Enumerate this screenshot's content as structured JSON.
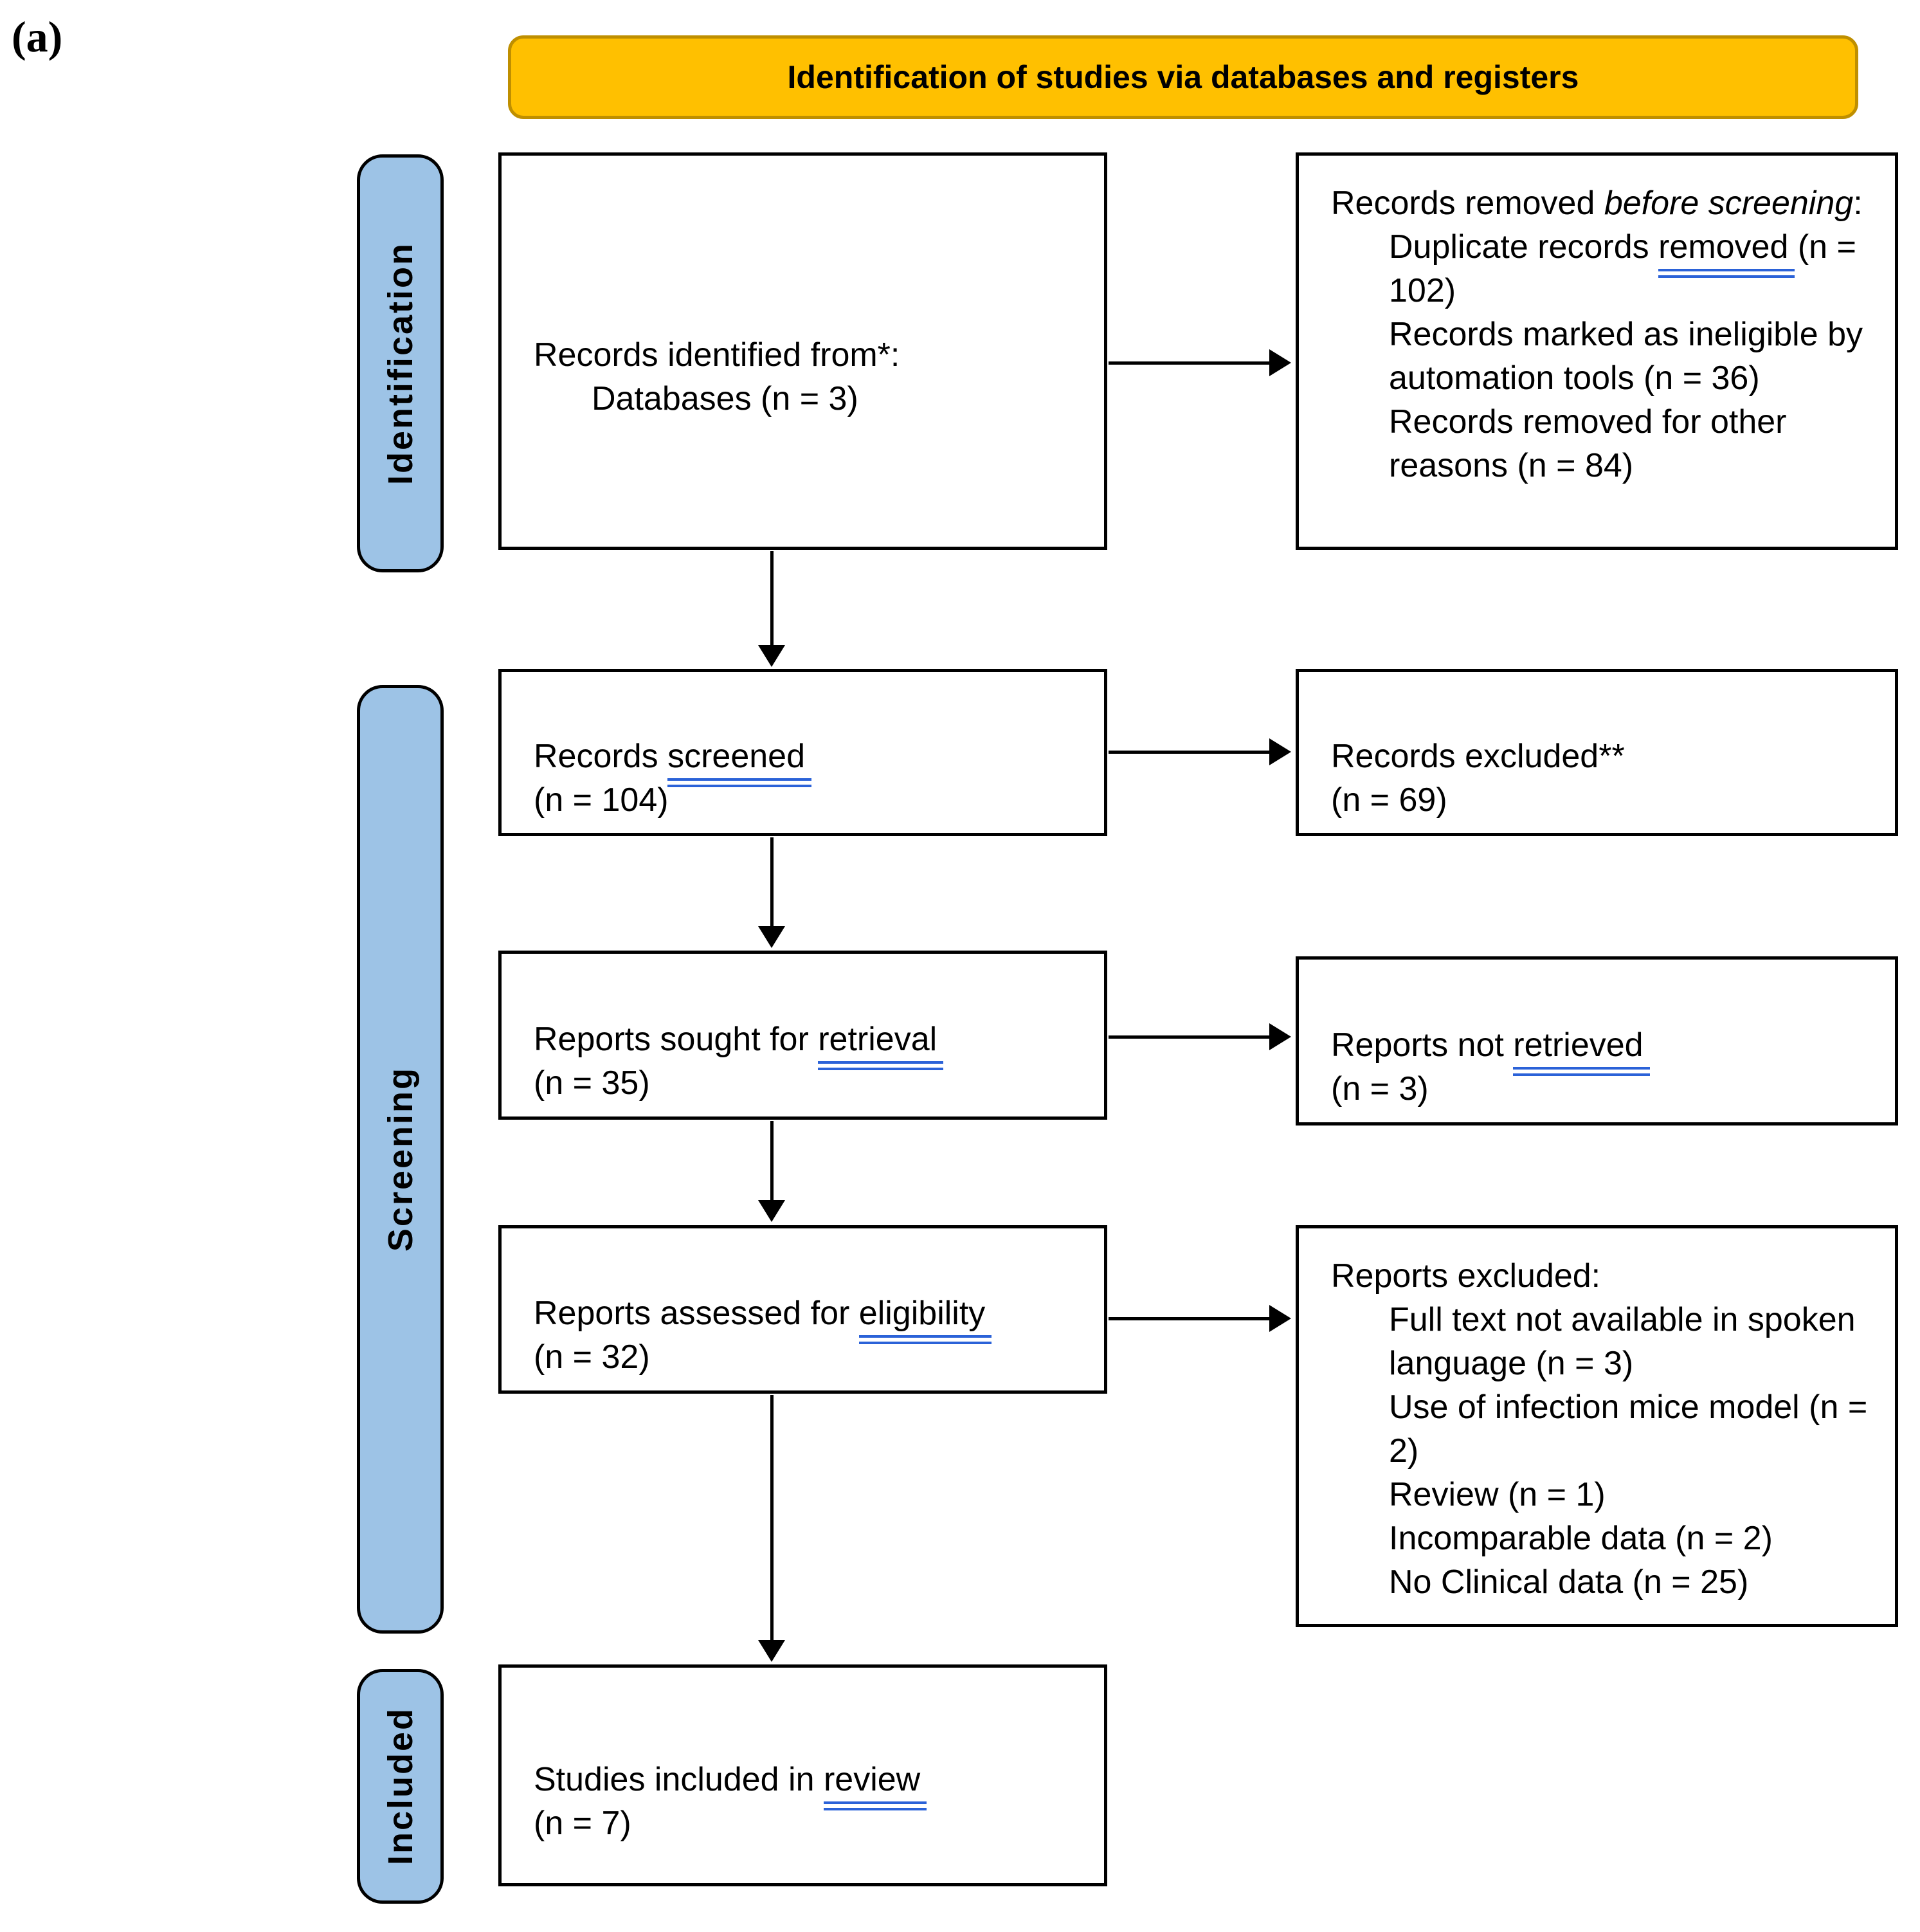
{
  "figure_label": "(a)",
  "banner": {
    "title": "Identification of studies via databases and registers",
    "fill_color": "#FFC000",
    "border_color": "#BF8F00"
  },
  "stages": {
    "identification": "Identification",
    "screening": "Screening",
    "included": "Included"
  },
  "colors": {
    "stage_fill": "#9DC3E6",
    "underline_blue": "#2B62D8",
    "box_border": "#000000"
  },
  "boxes": {
    "identified": {
      "line1": "Records identified from*:",
      "line2": "Databases (n = 3)"
    },
    "removed_before": {
      "title_pre": "Records removed ",
      "title_italic": "before screening",
      "title_post": ":",
      "item1_pre": "Duplicate records ",
      "item1_underlined": "removed",
      "item1_post": " (n = 102)",
      "item2": "Records marked as ineligible by automation tools (n = 36)",
      "item3": "Records removed for other reasons (n = 84)"
    },
    "screened": {
      "line1_pre": "Records ",
      "line1_underlined": "screened",
      "line2": "(n = 104)"
    },
    "records_excluded": {
      "line1": "Records excluded**",
      "line2": "(n = 69)"
    },
    "sought": {
      "line1_pre": "Reports sought for ",
      "line1_underlined": "retrieval",
      "line2": "(n = 35)"
    },
    "not_retrieved": {
      "line1_pre": "Reports not ",
      "line1_underlined": "retrieved",
      "line2": "(n = 3)"
    },
    "assessed": {
      "line1_pre": "Reports assessed for ",
      "line1_underlined": "eligibility",
      "line2": "(n = 32)"
    },
    "reports_excluded": {
      "title": "Reports excluded:",
      "items": [
        "Full text not available in spoken language (n = 3)",
        "Use of infection mice model (n = 2)",
        "Review (n = 1)",
        "Incomparable data (n = 2)",
        "No Clinical data (n = 25)"
      ]
    },
    "included": {
      "line1_pre": "Studies included in ",
      "line1_underlined": "review",
      "line2": "(n = 7)"
    }
  }
}
